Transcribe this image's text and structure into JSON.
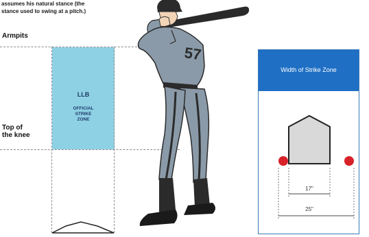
{
  "caption": {
    "line1": "assumes his natural stance (the",
    "line2": "stance used to swing at a pitch.)"
  },
  "labels": {
    "armpits": "Armpits",
    "knee_line1": "Top of",
    "knee_line2": "the knee"
  },
  "strike_zone": {
    "title": "LLB",
    "sub1": "OFFICIAL",
    "sub2": "STRIKE",
    "sub3": "ZONE",
    "color": "#8fd1e4"
  },
  "plate_panel": {
    "title": "Width of Strike Zone",
    "inner_width": "17\"",
    "outer_width": "25\"",
    "header_color": "#1f6fc4",
    "ball_color": "#d8222a"
  },
  "player": {
    "jersey_text": "57",
    "uniform_color": "#8a9aa8"
  }
}
